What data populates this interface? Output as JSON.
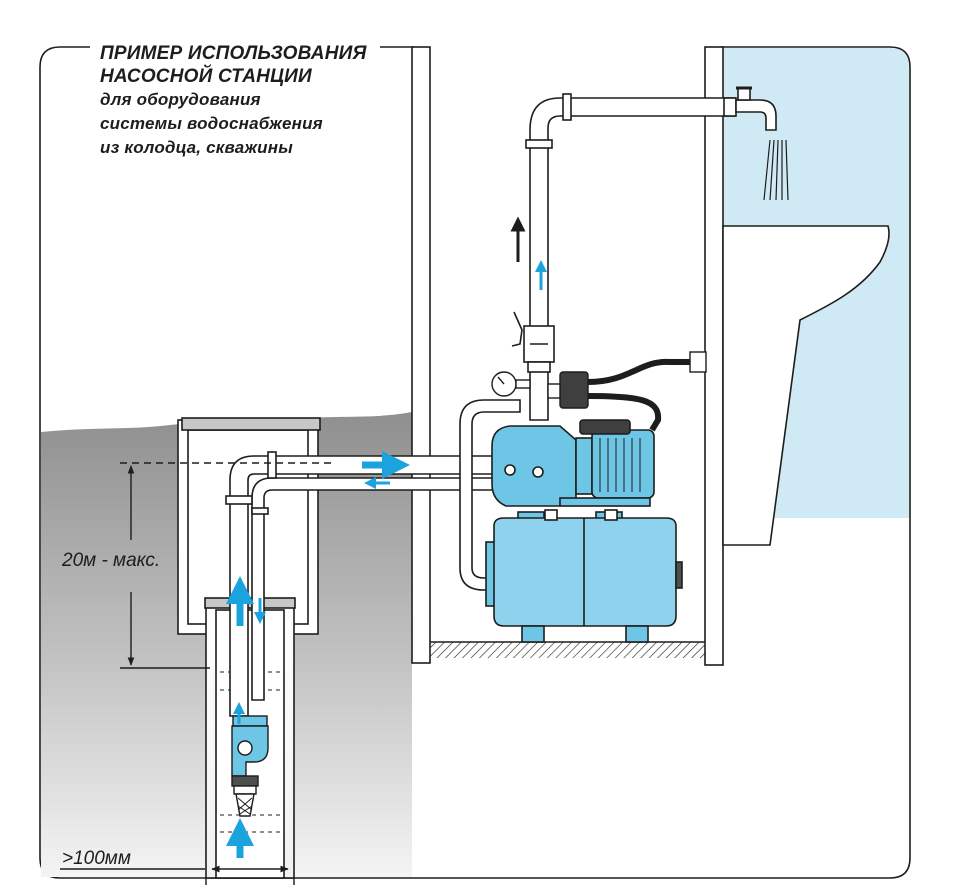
{
  "title": {
    "line1": "ПРИМЕР ИСПОЛЬЗОВАНИЯ",
    "line2": "НАСОСНОЙ СТАНЦИИ",
    "line3": "для оборудования",
    "line4": "системы водоснабжения",
    "line5": "из колодца, скважины"
  },
  "labels": {
    "max_depth": "20м - макс.",
    "min_diameter": ">100мм"
  },
  "colors": {
    "water_light": "#cfe9f5",
    "equipment_blue": "#6ec6e6",
    "arrow_blue": "#1aa3dc",
    "line_dark": "#1d1d1b",
    "ground_gray": "#9a9a9a"
  },
  "icons": [
    "water-tap-icon",
    "pressure-gauge-icon",
    "flow-arrow-icon"
  ]
}
